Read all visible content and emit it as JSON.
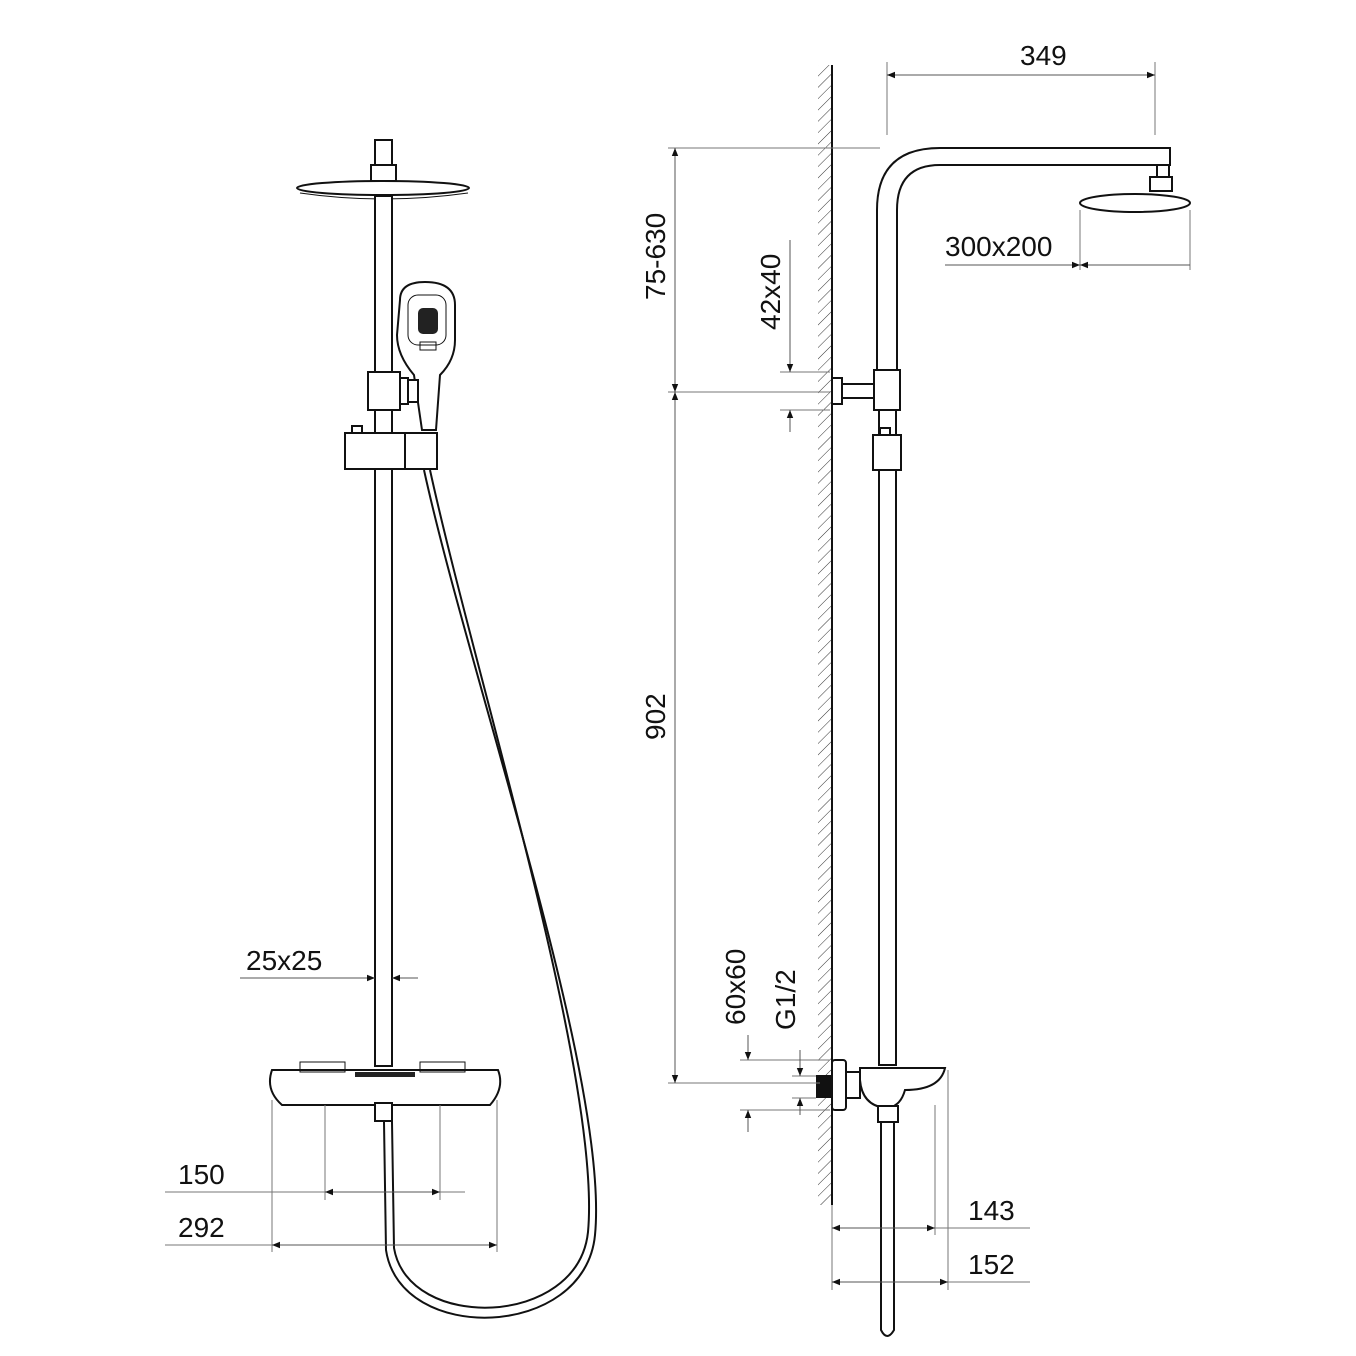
{
  "drawing": {
    "front_view": {
      "pipe_section": "25x25",
      "mixer_spacing": "150",
      "mixer_width": "292"
    },
    "side_view": {
      "arm_projection": "349",
      "head_size": "300x200",
      "height_adjust": "75-630",
      "bracket_size": "42x40",
      "column_height": "902",
      "escutcheon_size": "60x60",
      "inlet_thread": "G1/2",
      "spout_reach_a": "143",
      "spout_reach_b": "152"
    },
    "colors": {
      "line": "#111111",
      "dimension": "#666666"
    }
  }
}
